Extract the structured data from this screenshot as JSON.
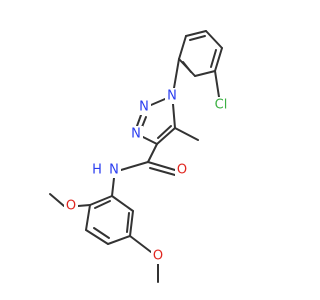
{
  "colors": {
    "background": "#ffffff",
    "carbon_bond": "#333333",
    "nitrogen": "#2a3df0",
    "oxygen": "#e0261f",
    "chlorine": "#3cb043"
  },
  "atom_labels": {
    "n1": "N",
    "n2": "N",
    "n3": "N",
    "cl": "Cl",
    "nh_n": "N",
    "nh_h": "H",
    "o_carbonyl": "O",
    "o_methoxy1": "O",
    "o_methoxy2": "O"
  }
}
